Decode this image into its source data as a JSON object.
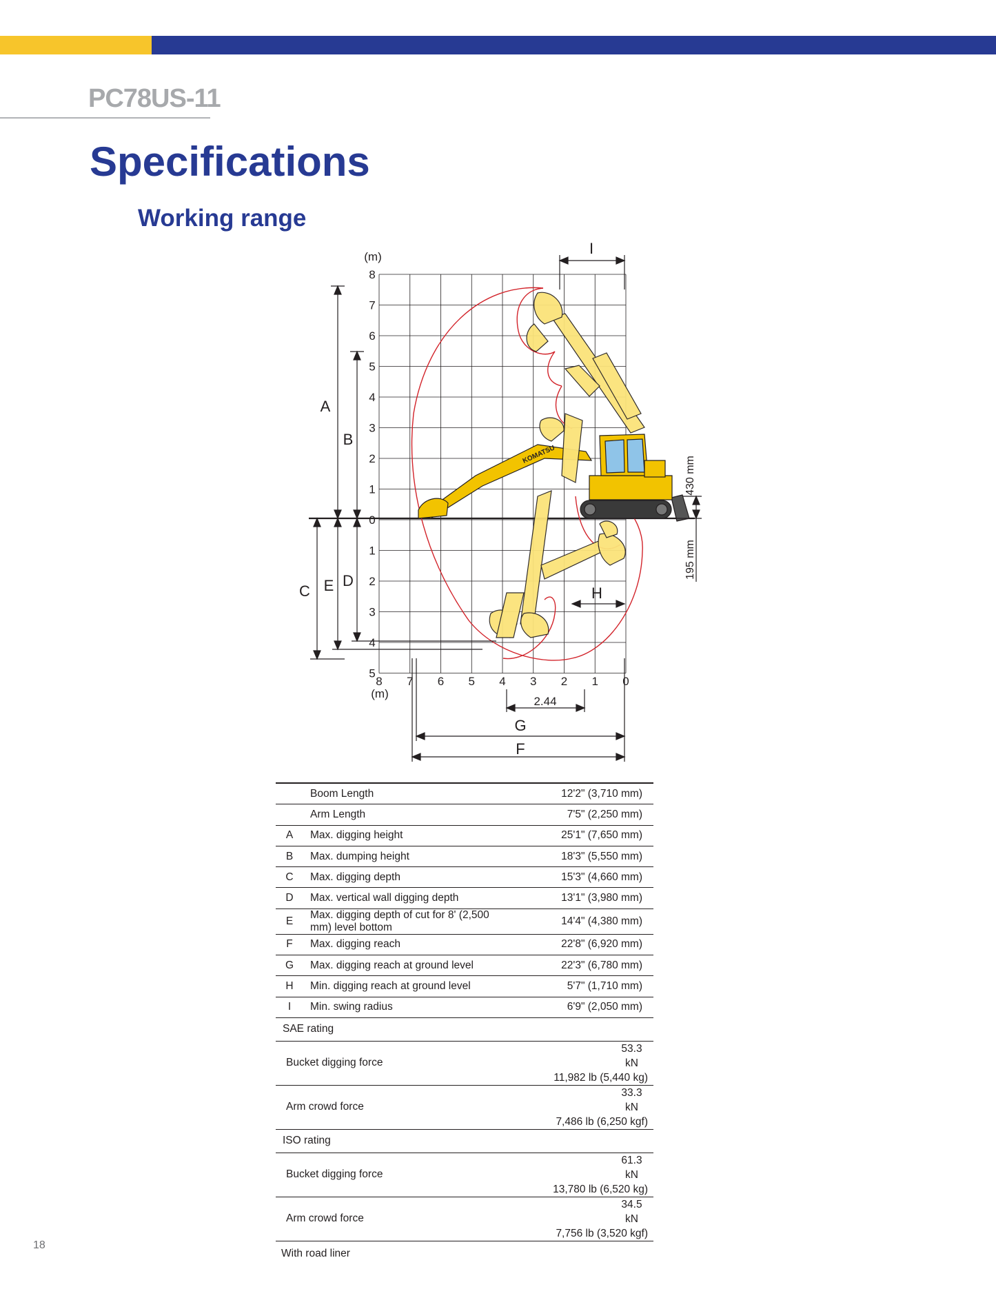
{
  "header": {
    "model": "PC78US-11",
    "title": "Specifications",
    "subtitle": "Working range"
  },
  "diagram": {
    "unit_label": "(m)",
    "y_ticks": [
      "8",
      "7",
      "6",
      "5",
      "4",
      "3",
      "2",
      "1",
      "0",
      "1",
      "2",
      "3",
      "4",
      "5"
    ],
    "x_ticks": [
      "8",
      "7",
      "6",
      "5",
      "4",
      "3",
      "2",
      "1",
      "0"
    ],
    "dimension_letters": [
      "A",
      "B",
      "C",
      "D",
      "E",
      "F",
      "G",
      "H",
      "I"
    ],
    "annotation_244": "2.44",
    "dim_430": "430 mm",
    "dim_195": "195 mm",
    "machine_brand": "KOMATSU",
    "colors": {
      "grid": "#231f20",
      "envelope": "#d2232a",
      "machine": "#fbe37a",
      "machine_outline": "#231f20",
      "cab": "#f2c300",
      "accent": "#273a93"
    }
  },
  "spec_table": {
    "rows": [
      {
        "code": "",
        "label": "Boom Length",
        "value": "12'2\" (3,710 mm)"
      },
      {
        "code": "",
        "label": "Arm Length",
        "value": "7'5\" (2,250 mm)"
      },
      {
        "code": "A",
        "label": "Max. digging height",
        "value": "25'1\" (7,650 mm)"
      },
      {
        "code": "B",
        "label": "Max. dumping height",
        "value": "18'3\" (5,550 mm)"
      },
      {
        "code": "C",
        "label": "Max. digging depth",
        "value": "15'3\" (4,660 mm)"
      },
      {
        "code": "D",
        "label": "Max. vertical wall digging depth",
        "value": "13'1\" (3,980 mm)"
      },
      {
        "code": "E",
        "label": "Max. digging depth of cut for 8' (2,500 mm) level bottom",
        "value": "14'4\" (4,380 mm)"
      },
      {
        "code": "F",
        "label": "Max. digging reach",
        "value": "22'8\" (6,920 mm)"
      },
      {
        "code": "G",
        "label": "Max. digging reach at ground level",
        "value": "22'3\" (6,780 mm)"
      },
      {
        "code": "H",
        "label": "Min. digging reach at ground level",
        "value": "5'7\" (1,710 mm)"
      },
      {
        "code": "I",
        "label": "Min. swing radius",
        "value": "6'9\" (2,050 mm)"
      }
    ],
    "sae": {
      "heading": "SAE rating",
      "bucket": {
        "label": "Bucket digging force",
        "kn": "53.3 kN",
        "detail": "11,982 lb (5,440 kg)"
      },
      "arm": {
        "label": "Arm crowd force",
        "kn": "33.3 kN",
        "detail": "7,486 lb (6,250 kgf)"
      }
    },
    "iso": {
      "heading": "ISO rating",
      "bucket": {
        "label": "Bucket digging force",
        "kn": "61.3 kN",
        "detail": "13,780 lb (6,520 kg)"
      },
      "arm": {
        "label": "Arm crowd force",
        "kn": "34.5 kN",
        "detail": "7,756 lb (3,520 kgf)"
      }
    },
    "note": "With road liner"
  },
  "page_number": "18"
}
